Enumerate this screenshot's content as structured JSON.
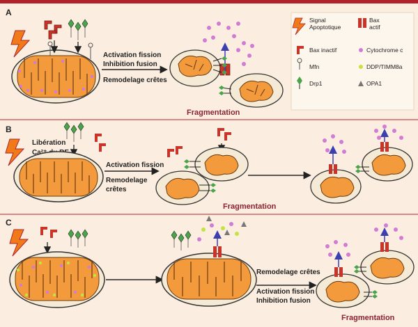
{
  "panels": {
    "A": {
      "letter": "A",
      "arrow_text": [
        "Activation fission",
        "Inhibition fusion",
        "Remodelage crêtes"
      ],
      "result": "Fragmentation"
    },
    "B": {
      "letter": "B",
      "trigger_text": [
        "Libération",
        "Ca²⁺ du RE"
      ],
      "arrow_text": [
        "Activation fission",
        "Remodelage",
        "crêtes"
      ],
      "result": "Fragmentation"
    },
    "C": {
      "letter": "C",
      "arrow_text": [
        "Remodelage crêtes",
        "Activation fission",
        "Inhibition fusion"
      ],
      "result": "Fragmentation"
    }
  },
  "legend": {
    "signal": [
      "Signal",
      "Apoptotique"
    ],
    "bax_actif": [
      "Bax",
      "actif"
    ],
    "bax_inactif": "Bax inactif",
    "cytochrome": "Cytochrome c",
    "mfn": "Mfn",
    "ddp": "DDP/TIMM8a",
    "drp1": "Drp1",
    "opa1": "OPA1"
  },
  "colors": {
    "accent": "#b0232a",
    "mito_fill": "#f39a3c",
    "cytochrome": "#d27bd6",
    "ddp": "#c7e13f",
    "drp1": "#4aa54a",
    "bolt": "#f07a1a",
    "bax": "#c8342a",
    "fragmentation": "#8a2230"
  }
}
